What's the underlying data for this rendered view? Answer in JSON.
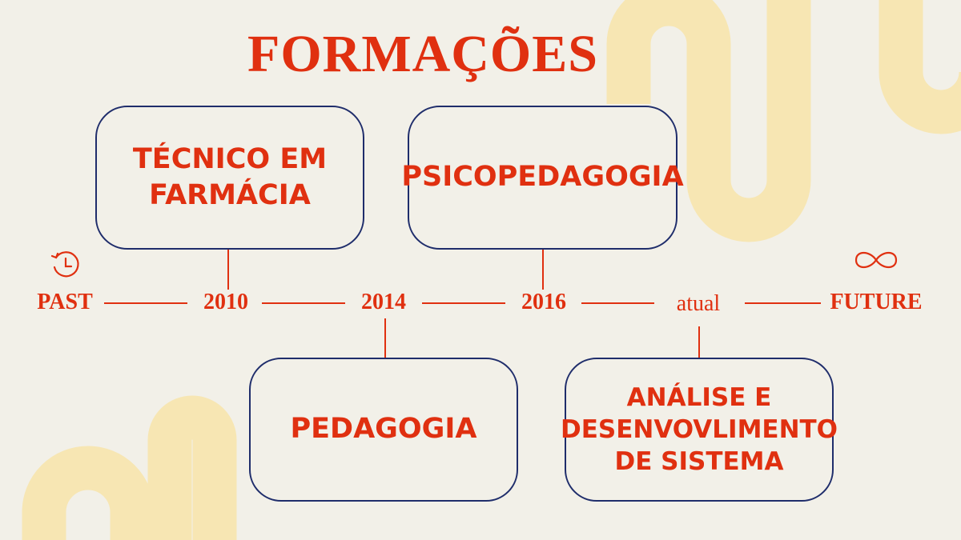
{
  "title": "FORMAÇÕES",
  "timeline": {
    "labels": [
      "PAST",
      "2010",
      "2014",
      "2016",
      "atual",
      "FUTURE"
    ]
  },
  "cards": [
    {
      "lines": [
        "TÉCNICO EM",
        "FARMÁCIA"
      ]
    },
    {
      "lines": [
        "PSICOPEDAGOGIA"
      ]
    },
    {
      "lines": [
        "PEDAGOGIA"
      ]
    },
    {
      "lines": [
        "ANÁLISE E",
        "DESENVOVLIMENTO",
        "DE SISTEMA"
      ]
    }
  ],
  "icons": {
    "past": "clock-history-icon",
    "future": "infinity-icon"
  },
  "colors": {
    "accent": "#e03010",
    "border": "#1f2d6b",
    "background": "#f2f0e8",
    "decoration": "#f7e6b3"
  }
}
